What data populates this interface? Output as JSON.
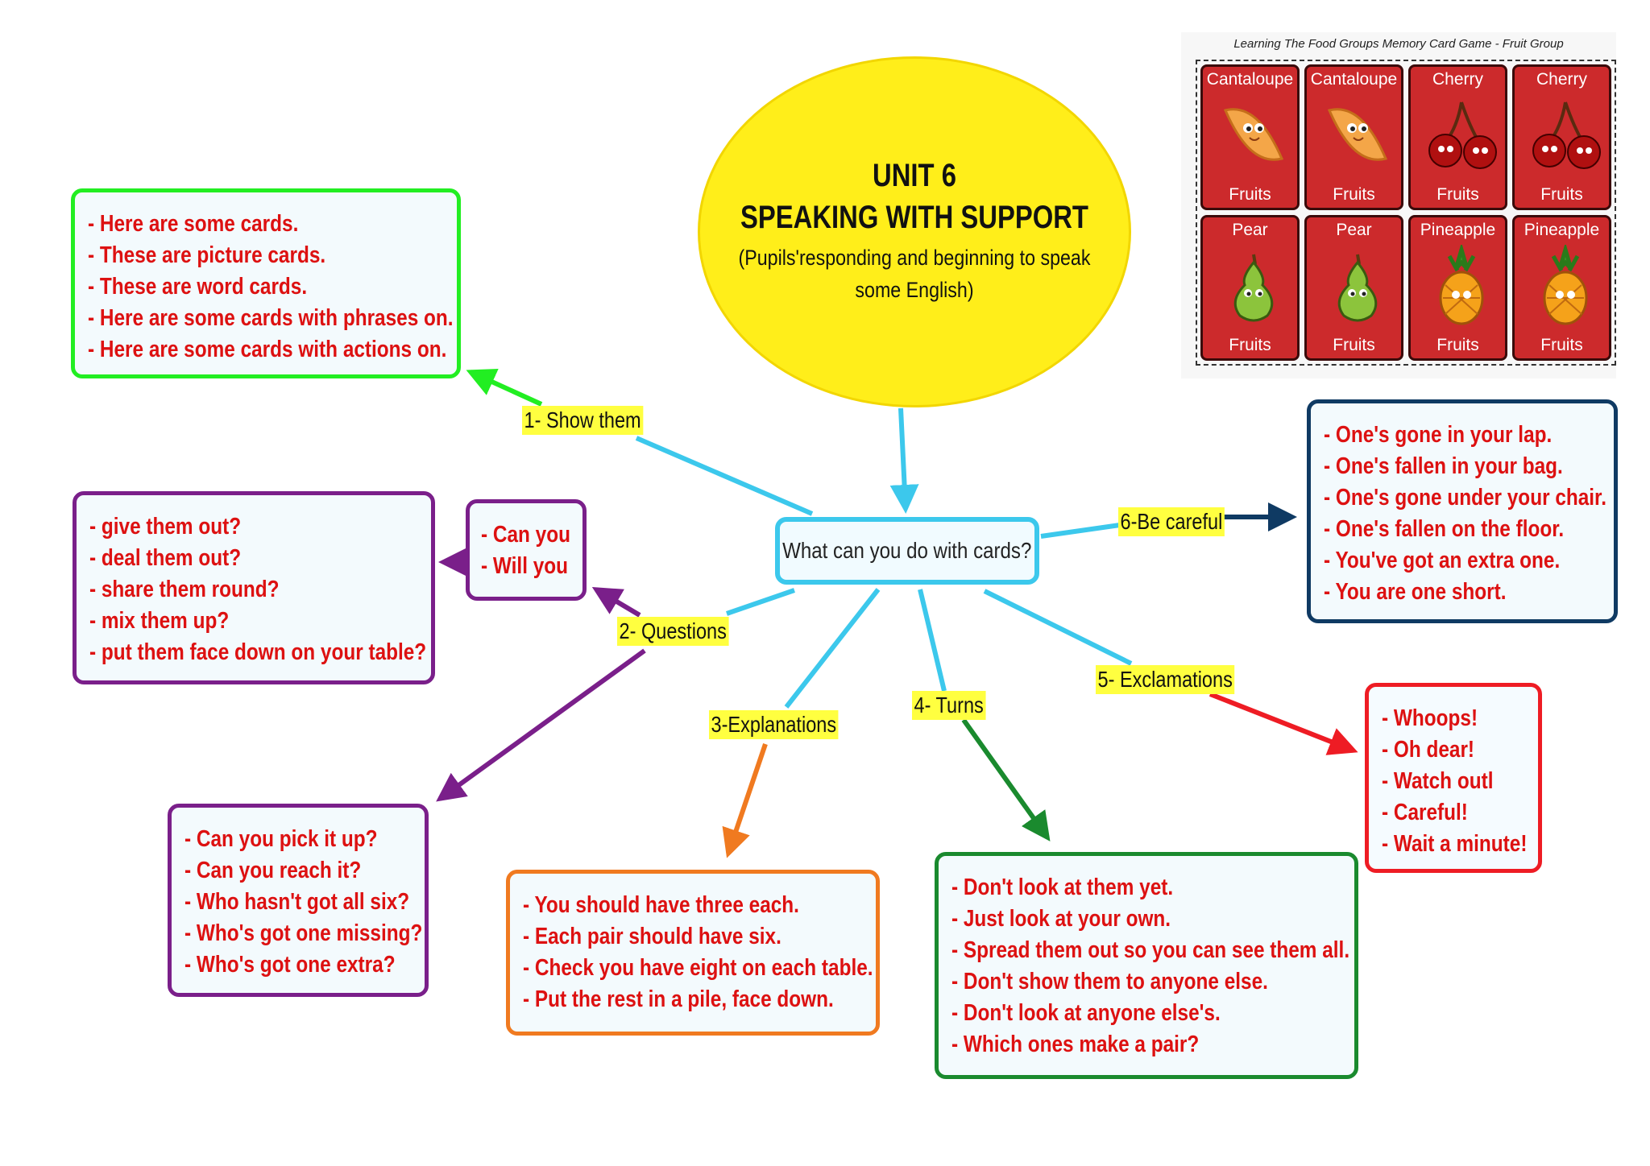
{
  "title": {
    "unit": "UNIT 6",
    "heading": "SPEAKING WITH SUPPORT",
    "subtitle_line1": "(Pupils'responding and beginning to speak",
    "subtitle_line2": "some English)"
  },
  "center": "What can you do with cards?",
  "branches": {
    "show_them": {
      "label": "1- Show them",
      "items": [
        "Here are some cards.",
        "These are picture cards.",
        "These are word cards.",
        "Here are some cards with phrases on.",
        "Here are some cards with actions on."
      ]
    },
    "questions": {
      "label": "2- Questions",
      "starters": [
        "Can you",
        "Will you"
      ],
      "actions": [
        "give them out?",
        "deal them out?",
        "share them round?",
        "mix them up?",
        "put them face down on your table?"
      ],
      "checks": [
        "Can you pick it up?",
        "Can you reach it?",
        "Who hasn't got all six?",
        "Who's got one missing?",
        "Who's got one extra?"
      ]
    },
    "explanations": {
      "label": "3-Explanations",
      "items": [
        "You should have three each.",
        "Each pair should have six.",
        "Check you have eight on each table.",
        "Put the rest in a pile, face down."
      ]
    },
    "turns": {
      "label": "4- Turns",
      "items": [
        "Don't look at them yet.",
        "Just look at your own.",
        "Spread them out so you can see them all.",
        "Don't show them to anyone else.",
        "Don't look at anyone else's.",
        "Which ones make a pair?"
      ]
    },
    "exclamations": {
      "label": "5- Exclamations",
      "items": [
        "Whoops!",
        "Oh dear!",
        "Watch outl",
        "Careful!",
        "Wait a minute!"
      ]
    },
    "be_careful": {
      "label": "6-Be careful",
      "items": [
        "One's gone in your lap.",
        "One's fallen in your bag.",
        "One's gone under your chair.",
        "One's fallen on the floor.",
        "You've got an extra one.",
        "You are one short."
      ]
    }
  },
  "memory_cards": {
    "caption": "Learning The Food Groups Memory Card Game - Fruit Group",
    "cards": [
      {
        "name": "Cantaloupe",
        "group": "Fruits",
        "fruit": "cantaloupe"
      },
      {
        "name": "Cantaloupe",
        "group": "Fruits",
        "fruit": "cantaloupe"
      },
      {
        "name": "Cherry",
        "group": "Fruits",
        "fruit": "cherry"
      },
      {
        "name": "Cherry",
        "group": "Fruits",
        "fruit": "cherry"
      },
      {
        "name": "Pear",
        "group": "Fruits",
        "fruit": "pear"
      },
      {
        "name": "Pear",
        "group": "Fruits",
        "fruit": "pear"
      },
      {
        "name": "Pineapple",
        "group": "Fruits",
        "fruit": "pineapple"
      },
      {
        "name": "Pineapple",
        "group": "Fruits",
        "fruit": "pineapple"
      }
    ]
  },
  "colors": {
    "show_them": "#22ee22",
    "questions": "#7a1f8a",
    "explanations": "#f07a20",
    "turns": "#1a8a2e",
    "exclamations": "#ee1c24",
    "be_careful": "#0f3a63",
    "center": "#3cc8ec",
    "title_bg": "#ffee1a"
  }
}
